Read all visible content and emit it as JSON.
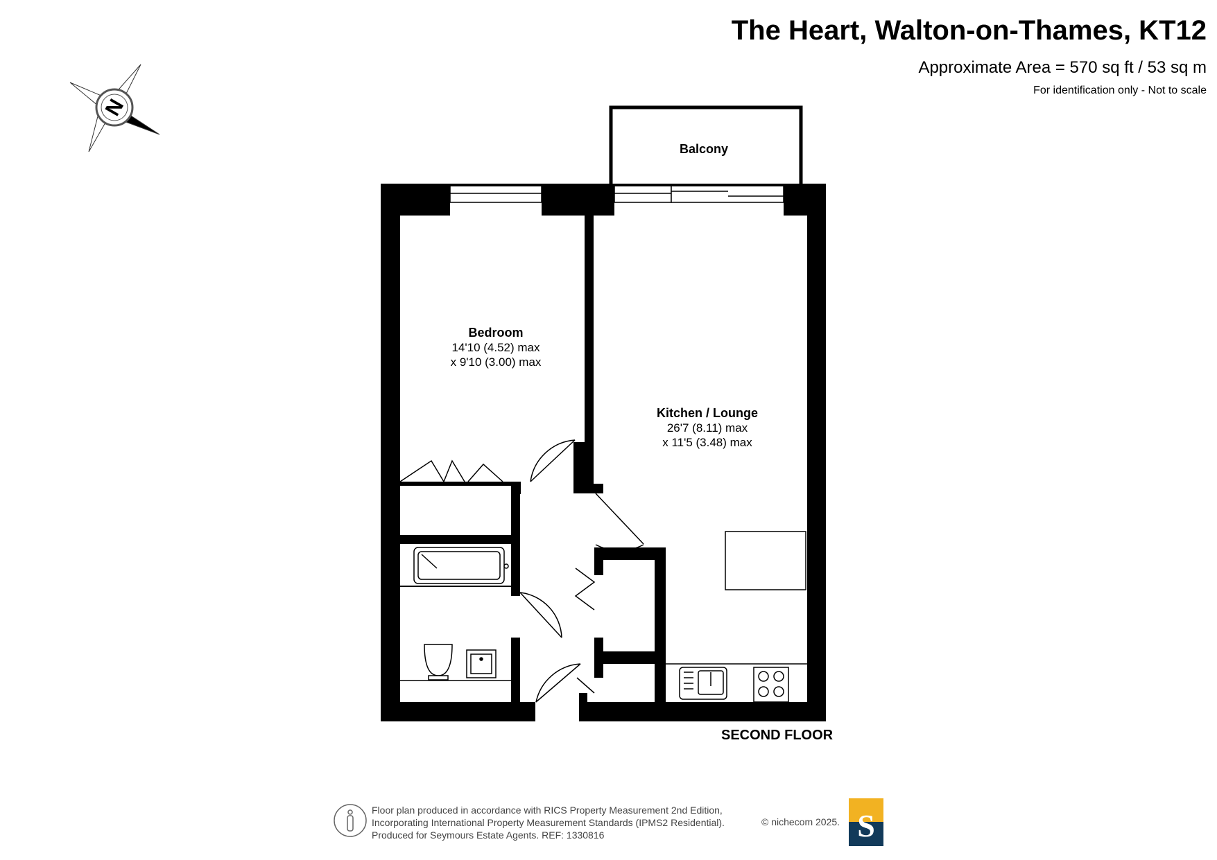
{
  "header": {
    "title": "The Heart, Walton-on-Thames, KT12",
    "area": "Approximate Area = 570 sq ft / 53 sq m",
    "note": "For identification only - Not to scale"
  },
  "compass": {
    "label": "N",
    "icon": "compass-north-icon"
  },
  "rooms": {
    "balcony": {
      "name": "Balcony"
    },
    "bedroom": {
      "name": "Bedroom",
      "dim1": "14'10 (4.52) max",
      "dim2": "x 9'10 (3.00) max"
    },
    "kitchen_lounge": {
      "name": "Kitchen / Lounge",
      "dim1": "26'7 (8.11) max",
      "dim2": "x 11'5 (3.48) max"
    }
  },
  "floor_label": "SECOND FLOOR",
  "footer": {
    "line1": "Floor plan produced in accordance with RICS Property Measurement 2nd Edition,",
    "line2": "Incorporating International Property Measurement Standards (IPMS2 Residential).",
    "line3": "Produced for Seymours Estate Agents.   REF: 1330816",
    "copyright": "© nichecom 2025.",
    "person_icon": "person-icon"
  },
  "logo": {
    "letter": "S",
    "top_color": "#f2b222",
    "bottom_color": "#123a5a"
  },
  "colors": {
    "wall": "#000000",
    "background": "#ffffff"
  }
}
